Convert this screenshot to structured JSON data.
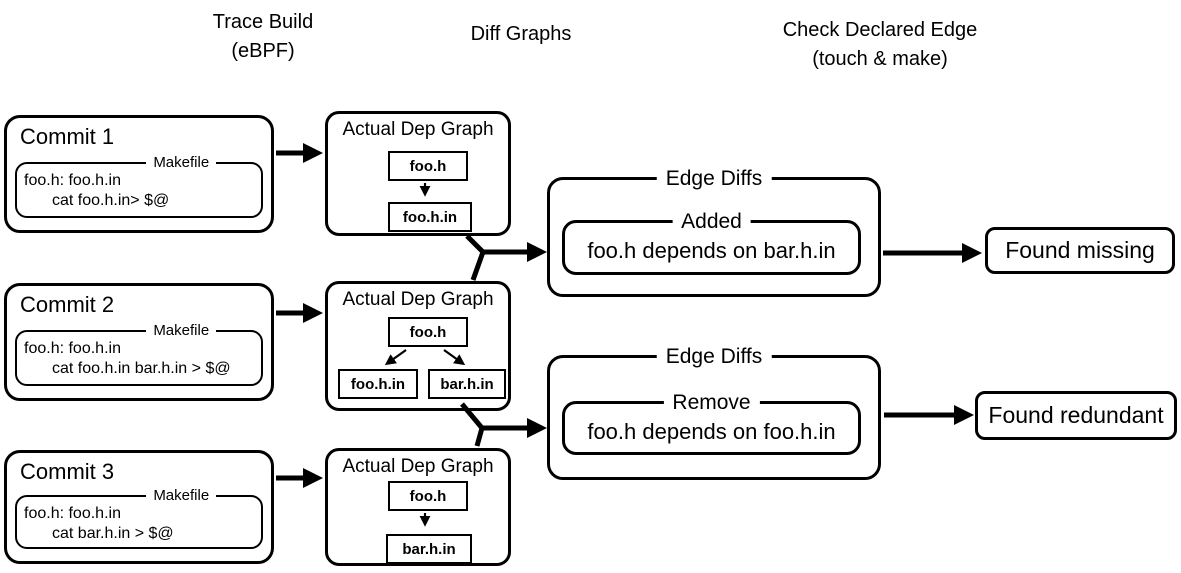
{
  "headers": {
    "trace": {
      "line1": "Trace Build",
      "line2": "(eBPF)"
    },
    "diff": {
      "line1": "Diff Graphs",
      "line2": ""
    },
    "check": {
      "line1": "Check Declared Edge",
      "line2": "(touch & make)"
    }
  },
  "commits": [
    {
      "title": "Commit 1",
      "file_label": "Makefile",
      "code_line1": "foo.h: foo.h.in",
      "code_line2": "cat foo.h.in> $@"
    },
    {
      "title": "Commit 2",
      "file_label": "Makefile",
      "code_line1": "foo.h: foo.h.in",
      "code_line2": "cat foo.h.in bar.h.in > $@"
    },
    {
      "title": "Commit 3",
      "file_label": "Makefile",
      "code_line1": "foo.h: foo.h.in",
      "code_line2": "cat bar.h.in > $@"
    }
  ],
  "dep_graphs": [
    {
      "title": "Actual Dep Graph",
      "root": "foo.h",
      "children": [
        "foo.h.in"
      ]
    },
    {
      "title": "Actual Dep Graph",
      "root": "foo.h",
      "children": [
        "foo.h.in",
        "bar.h.in"
      ]
    },
    {
      "title": "Actual Dep Graph",
      "root": "foo.h",
      "children": [
        "bar.h.in"
      ]
    }
  ],
  "edge_diffs": [
    {
      "group_label": "Edge Diffs",
      "diff_type": "Added",
      "statement": "foo.h depends on bar.h.in"
    },
    {
      "group_label": "Edge Diffs",
      "diff_type": "Remove",
      "statement": "foo.h depends on foo.h.in"
    }
  ],
  "results": [
    {
      "label": "Found missing"
    },
    {
      "label": "Found redundant"
    }
  ],
  "colors": {
    "stroke": "#000000",
    "background": "#ffffff"
  }
}
